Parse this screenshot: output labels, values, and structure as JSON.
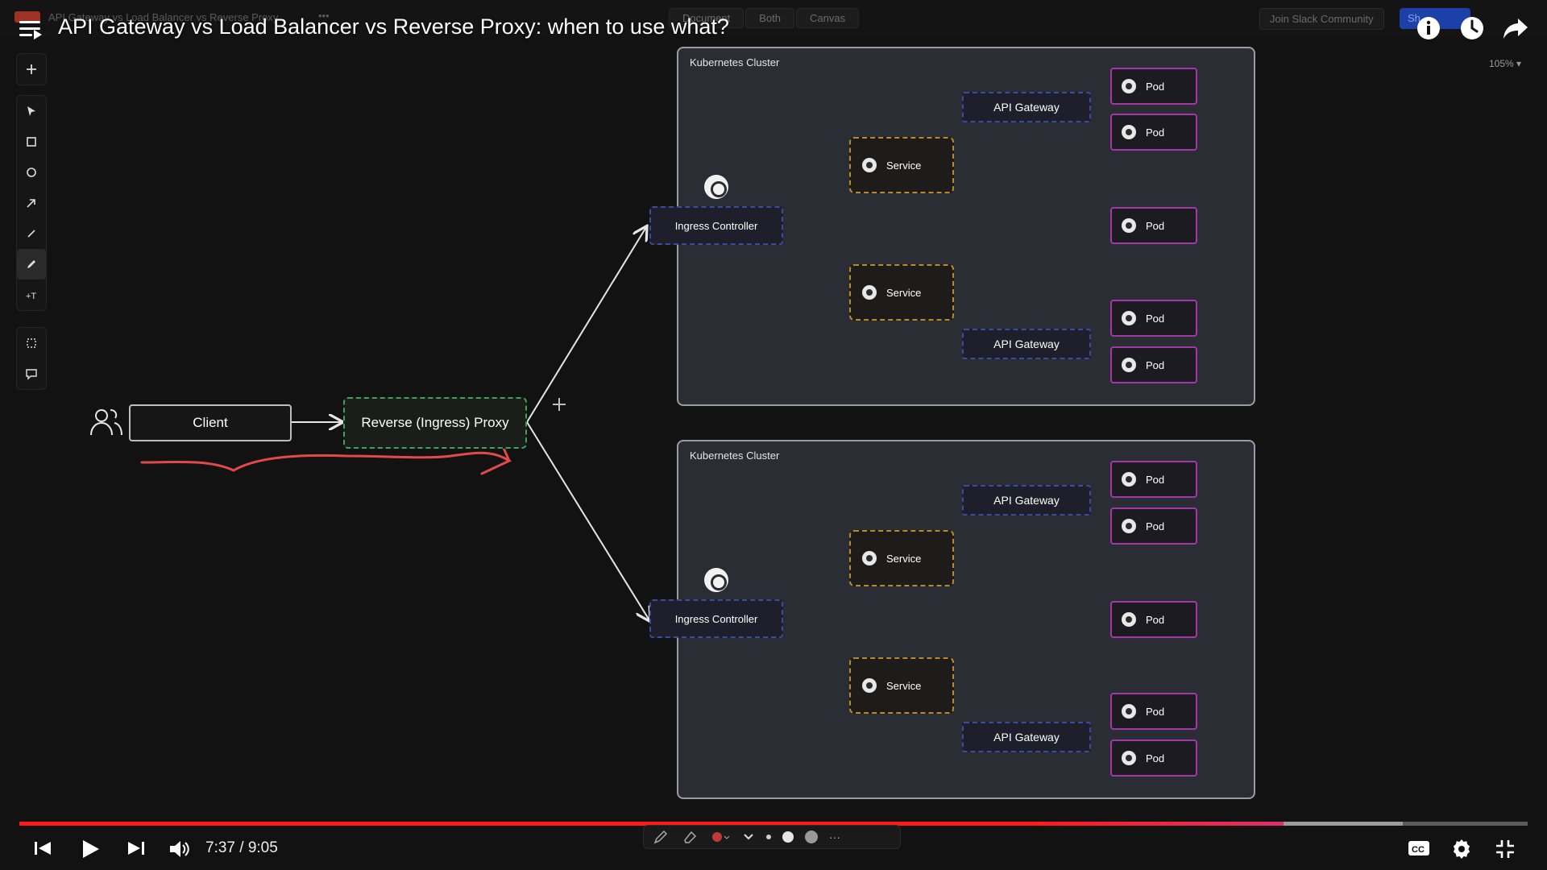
{
  "app": {
    "doc_title": "API Gateway vs Load Balancer vs Reverse Proxy",
    "more": "•••",
    "mode_tabs": [
      "Document",
      "Both",
      "Canvas"
    ],
    "join_slack": "Join Slack Community",
    "share": "Sh"
  },
  "video": {
    "title": "API Gateway vs Load Balancer vs Reverse Proxy: when to use what?",
    "current_time": "7:37",
    "duration": "9:05",
    "time_display": "7:37 / 9:05",
    "progress_fraction": 0.838,
    "buffered_fraction": 0.917
  },
  "canvas": {
    "zoom": "105% ▾",
    "client_label": "Client",
    "proxy_label": "Reverse (Ingress) Proxy",
    "clusters": [
      {
        "label": "Kubernetes Cluster",
        "ingress": "Ingress Controller",
        "services": [
          "Service",
          "Service"
        ],
        "gateways": [
          "API Gateway",
          "API Gateway"
        ],
        "pods": [
          "Pod",
          "Pod",
          "Pod",
          "Pod",
          "Pod"
        ]
      },
      {
        "label": "Kubernetes Cluster",
        "ingress": "Ingress Controller",
        "services": [
          "Service",
          "Service"
        ],
        "gateways": [
          "API Gateway",
          "API Gateway"
        ],
        "pods": [
          "Pod",
          "Pod",
          "Pod",
          "Pod",
          "Pod"
        ]
      }
    ]
  },
  "colors": {
    "progress": "#ff1a1a",
    "proxy_border": "#3aa45a",
    "service_border": "#b88a2a",
    "gateway_border": "#3b4ba0",
    "pod_border": "#a637a6",
    "annotation_stroke": "#e04a4a"
  }
}
